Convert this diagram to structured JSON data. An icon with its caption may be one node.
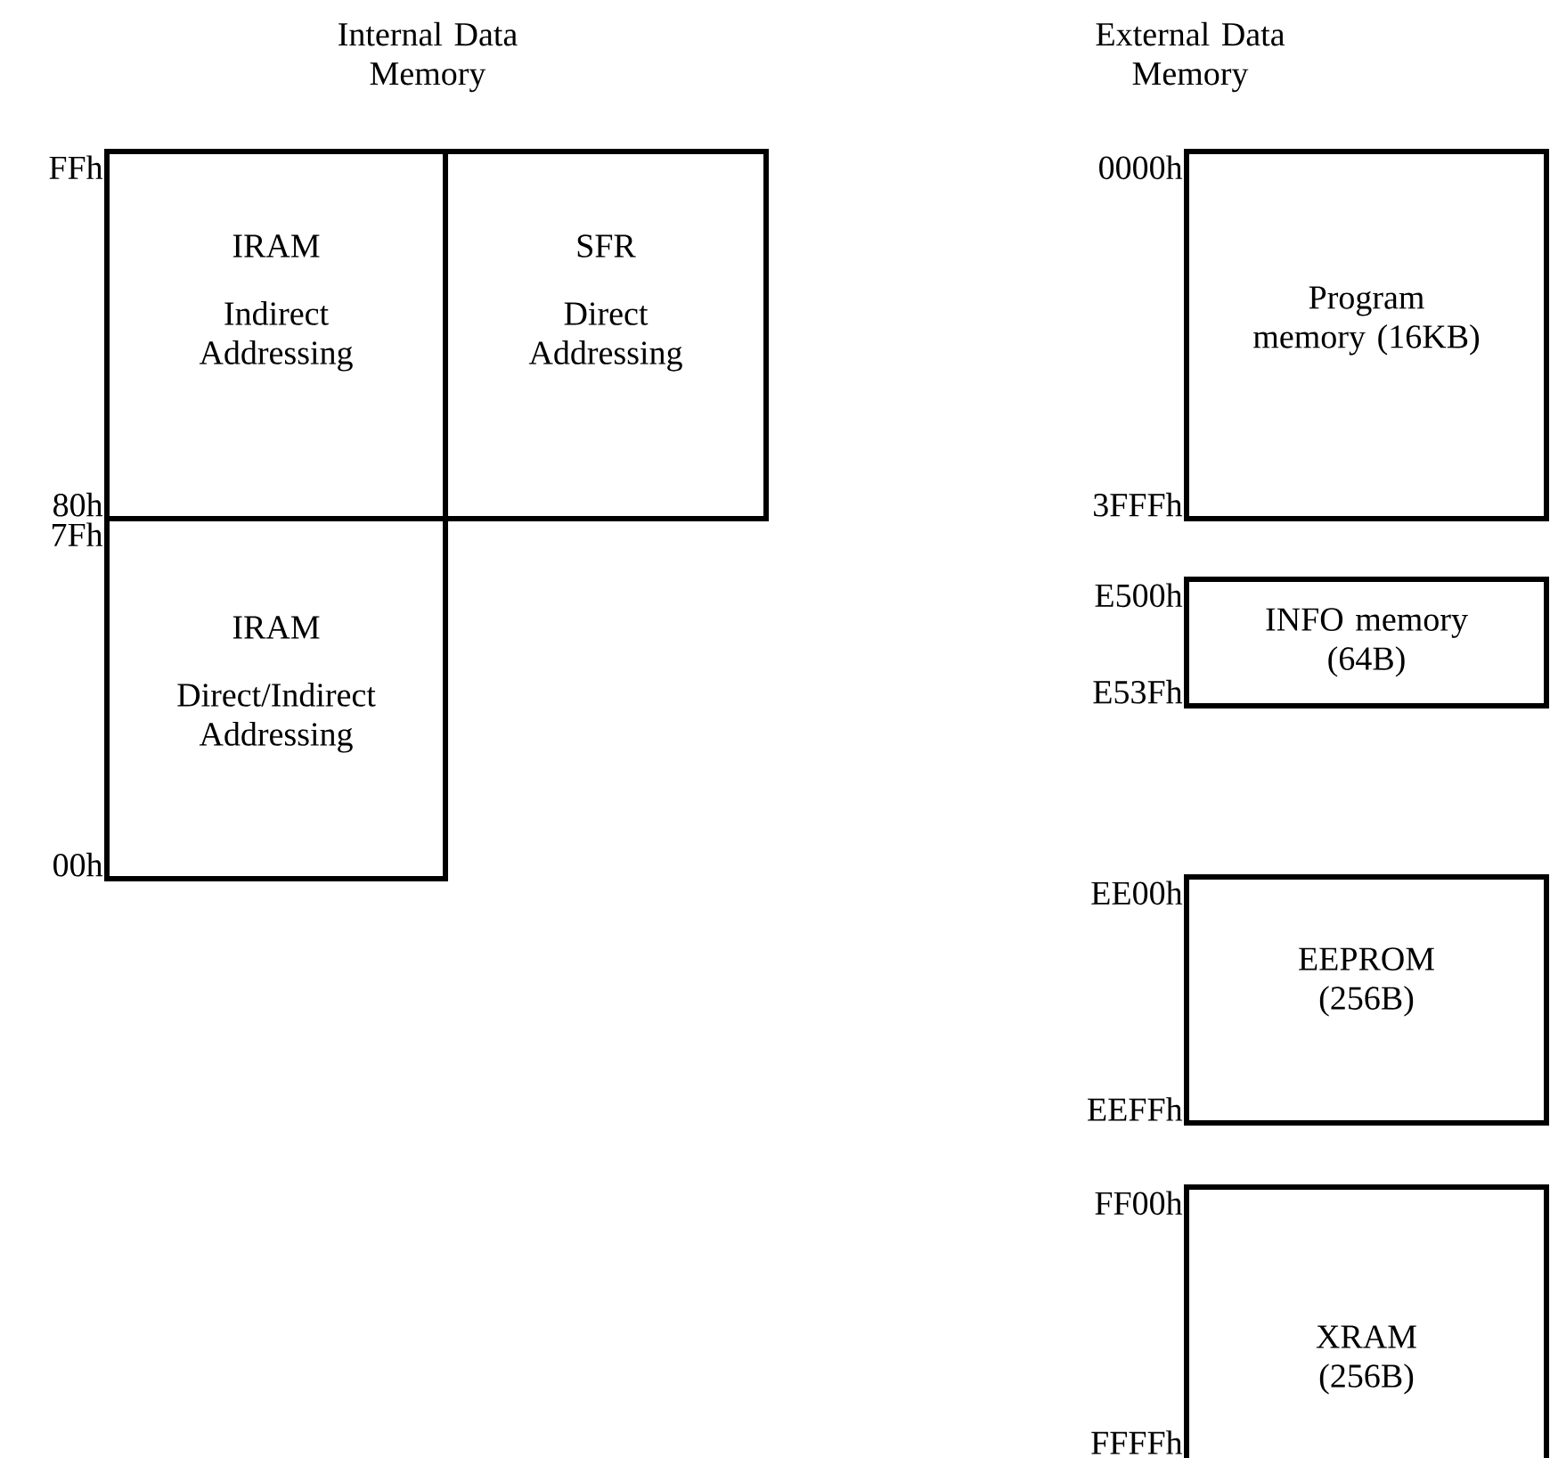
{
  "diagram": {
    "nodes": [
      {
        "text": [
          "IRAM",
          "Indirect Addressing"
        ],
        "beside": [
          "FFh",
          "80h"
        ]
      },
      {
        "text": [
          "SFR",
          "Direct Addressing"
        ]
      },
      {
        "text": [
          "IRAM",
          "Direct/Indirect Addressing"
        ],
        "beside": [
          "7Fh",
          "00h"
        ]
      },
      {
        "text": [
          "Program memory (16KB)"
        ],
        "beside": [
          "0000h",
          "3FFFh"
        ]
      },
      {
        "text": [
          "INFO memory (64B)"
        ],
        "beside": [
          "E500h",
          "E53Fh"
        ]
      },
      {
        "text": [
          "EEPROM (256B)"
        ],
        "beside": [
          "EE00h",
          "EEFFh"
        ]
      },
      {
        "text": [
          "XRAM (256B)"
        ],
        "beside": [
          "FF00h",
          "FFFFh"
        ]
      }
    ],
    "labels": [
      "Internal Data Memory",
      "External Data Memory"
    ]
  }
}
